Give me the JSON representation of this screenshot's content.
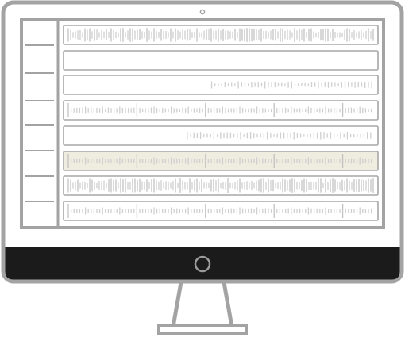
{
  "colors": {
    "frame": "#a3a3a3",
    "frame_dark": "#9a9a9a",
    "bezel": "#1b1b1b",
    "screen_bg": "#ffffff",
    "track_border": "#a7a7a7",
    "wave": "#cfcfcf",
    "wave_strong": "#c2c2c2",
    "highlight_fill": "#efece0",
    "home_button": "#9b9b9b"
  },
  "icons": {
    "camera": "camera-dot-icon",
    "power": "home-button-icon"
  },
  "sidebar": {
    "separator_count": 7
  },
  "tracks": [
    {
      "waveform": "dense",
      "start": 0.0,
      "selected": false
    },
    {
      "waveform": "empty",
      "start": 1.0,
      "selected": false
    },
    {
      "waveform": "sparse",
      "start": 0.47,
      "selected": false
    },
    {
      "waveform": "ruled",
      "start": 0.0,
      "selected": false
    },
    {
      "waveform": "sparse",
      "start": 0.39,
      "selected": false
    },
    {
      "waveform": "ruled",
      "start": 0.0,
      "selected": true
    },
    {
      "waveform": "dense",
      "start": 0.0,
      "selected": false
    },
    {
      "waveform": "ruled",
      "start": 0.0,
      "selected": false
    }
  ]
}
